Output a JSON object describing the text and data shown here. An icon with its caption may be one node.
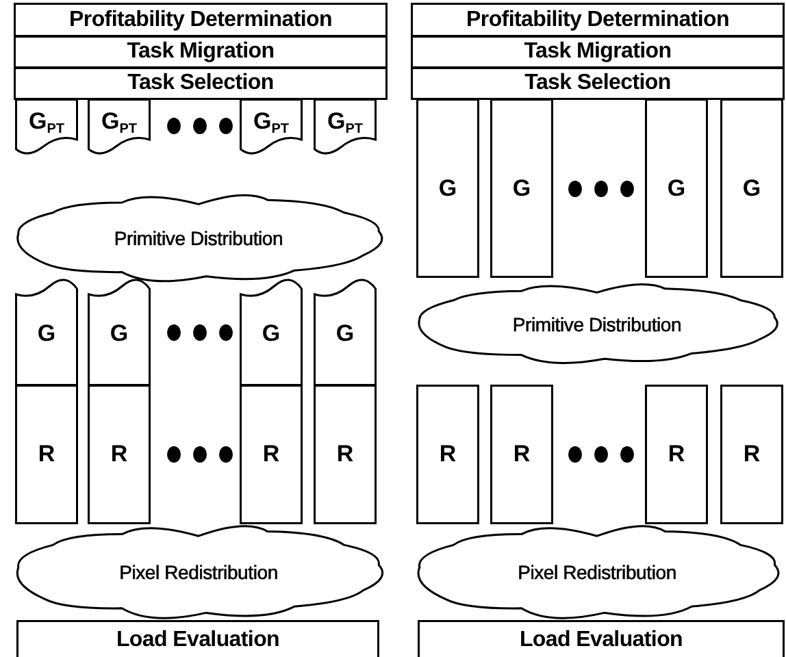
{
  "diagram": {
    "nodes": [
      {
        "text": [
          "Profitability Determination"
        ]
      },
      {
        "text": [
          "Task Migration"
        ]
      },
      {
        "text": [
          "Task Selection"
        ]
      },
      {
        "text": [
          "G$_{PT}$"
        ]
      },
      {
        "text": [
          "G$_{PT}$"
        ]
      },
      {
        "text": [
          "G$_{PT}$"
        ]
      },
      {
        "text": [
          "G$_{PT}$"
        ]
      },
      {
        "text": [
          "Primitive Distribution"
        ]
      },
      {
        "text": [
          "G"
        ]
      },
      {
        "text": [
          "G"
        ]
      },
      {
        "text": [
          "G"
        ]
      },
      {
        "text": [
          "G"
        ]
      },
      {
        "text": [
          "R"
        ]
      },
      {
        "text": [
          "R"
        ]
      },
      {
        "text": [
          "R"
        ]
      },
      {
        "text": [
          "R"
        ]
      },
      {
        "text": [
          "Pixel Redistribution"
        ]
      },
      {
        "text": [
          "Load Evaluation"
        ]
      },
      {
        "text": [
          "Profitability Determination"
        ]
      },
      {
        "text": [
          "Task Migration"
        ]
      },
      {
        "text": [
          "Task Selection"
        ]
      },
      {
        "text": [
          "G"
        ]
      },
      {
        "text": [
          "G"
        ]
      },
      {
        "text": [
          "G"
        ]
      },
      {
        "text": [
          "G"
        ]
      },
      {
        "text": [
          "Primitive Distribution"
        ]
      },
      {
        "text": [
          "R"
        ]
      },
      {
        "text": [
          "R"
        ]
      },
      {
        "text": [
          "R"
        ]
      },
      {
        "text": [
          "R"
        ]
      },
      {
        "text": [
          "Pixel Redistribution"
        ]
      },
      {
        "text": [
          "Load Evaluation"
        ]
      }
    ]
  }
}
